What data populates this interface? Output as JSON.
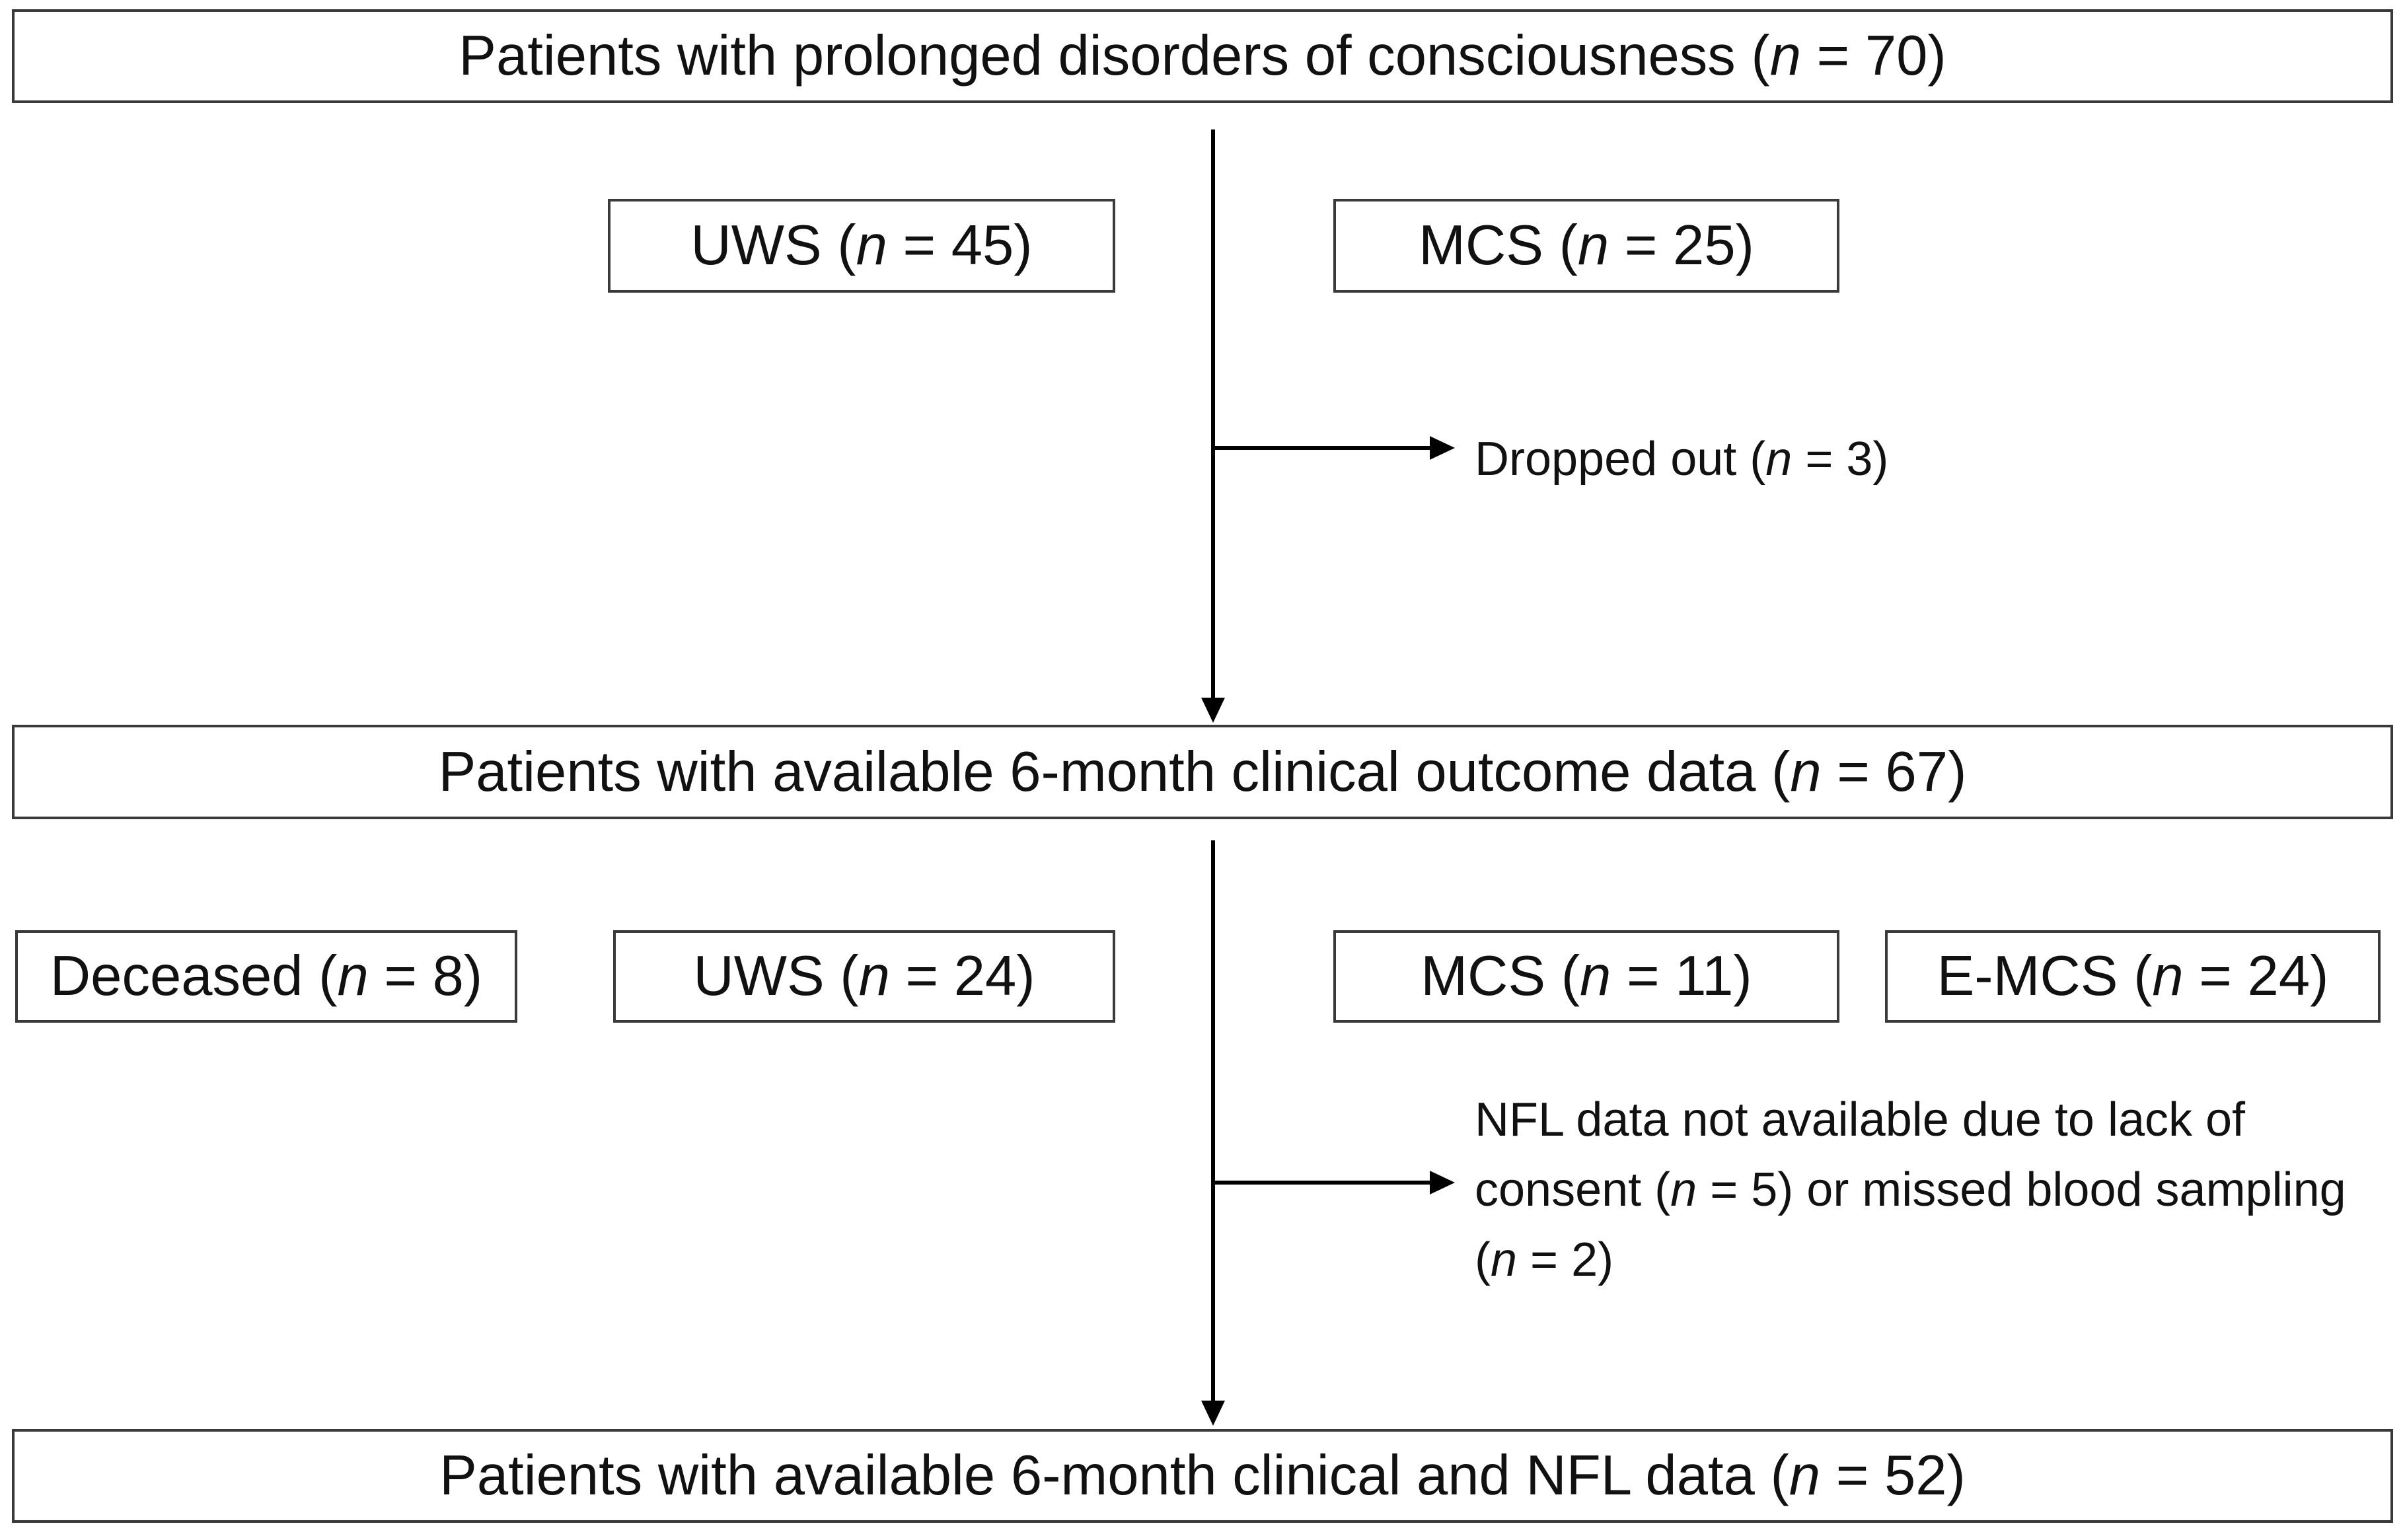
{
  "diagram": {
    "top_banner": {
      "label": "Patients with prolonged disorders of consciousness (n = 70)"
    },
    "row1_boxes": [
      {
        "label": "UWS (n = 45)"
      },
      {
        "label": "MCS (n = 25)"
      }
    ],
    "dropout_note": {
      "label": "Dropped out (n = 3)"
    },
    "mid_banner": {
      "label": "Patients with available 6-month clinical outcome data (n = 67)"
    },
    "row2_boxes": [
      {
        "label": "Deceased (n = 8)"
      },
      {
        "label": "UWS (n = 24)"
      },
      {
        "label": "MCS (n = 11)"
      },
      {
        "label": "E-MCS (n = 24)"
      }
    ],
    "nfl_note": {
      "lines": [
        "NFL data not available due to lack of",
        "consent (n = 5) or missed blood sampling",
        "(n = 2)"
      ]
    },
    "bottom_banner": {
      "label": "Patients with available 6-month clinical and NFL data (n = 52)"
    },
    "colors": {
      "background": "#ffffff",
      "box_border": "#3a3a3a",
      "text": "#111111",
      "arrow": "#000000"
    }
  }
}
